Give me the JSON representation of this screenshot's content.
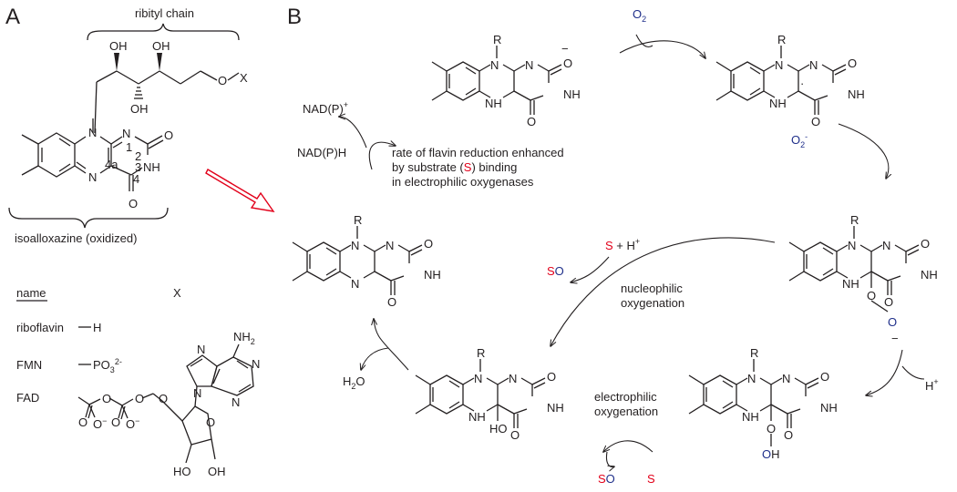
{
  "panel_a": {
    "label": "A",
    "ribityl_label": "ribityl chain",
    "isoalloxazine_label": "isoalloxazine (oxidized)",
    "atoms": {
      "oh1": "OH",
      "oh2": "OH",
      "oh3": "OH",
      "o_link": "O",
      "x": "X",
      "n_top": "N",
      "n_right": "N",
      "n_bottom": "N",
      "o_2": "O",
      "o_4": "O",
      "nh": "NH"
    },
    "positions": {
      "p1": "1",
      "p2": "2",
      "p3": "3",
      "p4": "4",
      "p4a": "4a"
    },
    "table": {
      "header_name": "name",
      "header_x": "X",
      "rows": [
        {
          "name": "riboflavin",
          "value": "H"
        },
        {
          "name": "FMN",
          "value": "PO3 2-"
        },
        {
          "name": "FAD",
          "value": ""
        }
      ]
    },
    "fad": {
      "nh2": "NH2",
      "n": "N",
      "o": "O",
      "ominus": "O-",
      "oh": "OH",
      "ho": "HO"
    }
  },
  "panel_b": {
    "label": "B",
    "species": {
      "anion_charge": "−",
      "r": "R",
      "n": "N",
      "nh": "NH",
      "h": "H",
      "o": "O",
      "o2_text": "O",
      "o2_minus": "-",
      "ho": "HO",
      "oh": "OH",
      "peroxo_charge": "−"
    },
    "reagents": {
      "o2": "O",
      "o2_sub": "2",
      "nadp_plus": "NAD(P)",
      "nadp_plus_sup": "+",
      "nadph": "NAD(P)H",
      "s_h_plus_s": "S",
      "s_h_plus_rest": " + H",
      "s_h_plus_sup": "+",
      "so_s": "S",
      "so_o": "O",
      "h_plus": "H",
      "h_plus_sup": "+",
      "h2o_h": "H",
      "h2o_sub": "2",
      "h2o_o": "O",
      "so2_s": "S",
      "so2_o": "O",
      "s_bottom": "S"
    },
    "notes": {
      "reduction_line1": "rate of flavin reduction enhanced",
      "reduction_line2_pre": "by substrate (",
      "reduction_line2_s": "S",
      "reduction_line2_post": ") binding",
      "reduction_line3": "in electrophilic oxygenases",
      "nucleophilic_line1": "nucleophilic",
      "nucleophilic_line2": "oxygenation",
      "electrophilic_line1": "electrophilic",
      "electrophilic_line2": "oxygenation"
    },
    "colors": {
      "substrate": "#e2001a",
      "oxygen": "#1f2f8a",
      "arrow": "#e2001a"
    }
  }
}
